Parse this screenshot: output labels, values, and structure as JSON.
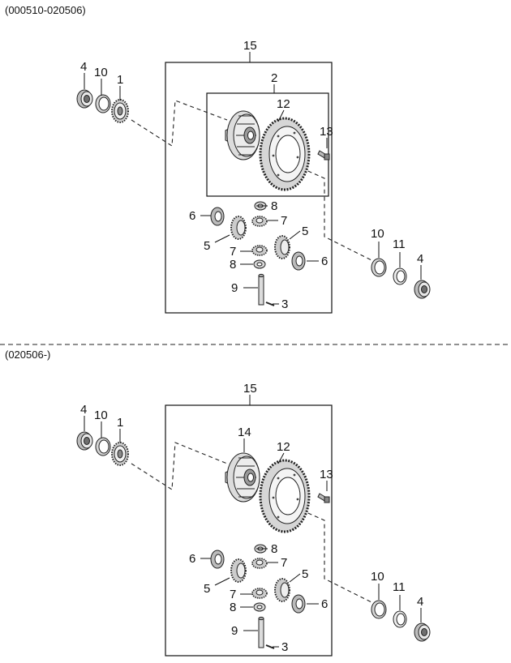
{
  "captions": {
    "top": "(000510-020506)",
    "middle": "(020506-)"
  },
  "top_section": {
    "labels": {
      "p15": "15",
      "p2": "2",
      "p4a": "4",
      "p10a": "10",
      "p1": "1",
      "p12": "12",
      "p13": "13",
      "p8a": "8",
      "p6a": "6",
      "p7a": "7",
      "p5a": "5",
      "p5b": "5",
      "p7b": "7",
      "p8b": "8",
      "p6b": "6",
      "p9": "9",
      "p3": "3",
      "p10b": "10",
      "p11": "11",
      "p4b": "4"
    }
  },
  "bottom_section": {
    "labels": {
      "p15": "15",
      "p14": "14",
      "p4a": "4",
      "p10a": "10",
      "p1": "1",
      "p12": "12",
      "p13": "13",
      "p8a": "8",
      "p6a": "6",
      "p7a": "7",
      "p5a": "5",
      "p5b": "5",
      "p7b": "7",
      "p8b": "8",
      "p6b": "6",
      "p9": "9",
      "p3": "3",
      "p10b": "10",
      "p11": "11",
      "p4b": "4"
    }
  },
  "colors": {
    "line": "#111111",
    "part_light": "#e8e8e8",
    "part_mid": "#bdbdbd",
    "part_dark": "#6f6f6f"
  }
}
